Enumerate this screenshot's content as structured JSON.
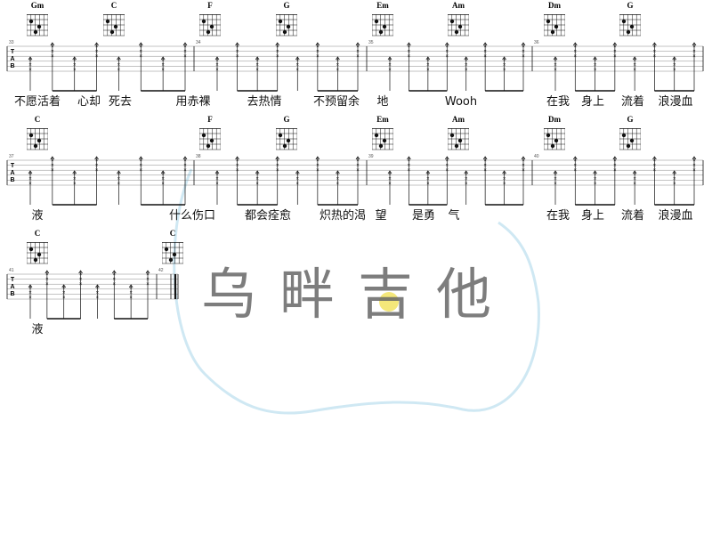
{
  "watermark": {
    "text": "乌畔吉他",
    "color": "#666666",
    "sun_color": "#f4e77a",
    "body_color": "#cfe8f3"
  },
  "rows": [
    {
      "chords": [
        "Gm",
        "C",
        "F",
        "G",
        "Em",
        "Am",
        "Dm",
        "G"
      ],
      "bars": [
        "33",
        "34",
        "35",
        "36"
      ],
      "lyrics": [
        "不愿活着",
        "心却",
        "死去",
        "用赤裸",
        "去热情",
        "不预留余",
        "地",
        "Wooh",
        "在我",
        "身上",
        "流着",
        "浪漫血"
      ]
    },
    {
      "chords": [
        "C",
        "F",
        "G",
        "Em",
        "Am",
        "Dm",
        "G"
      ],
      "bars": [
        "37",
        "38",
        "39",
        "40"
      ],
      "lyrics": [
        "液",
        "什么伤口",
        "都会痊愈",
        "炽热的渴",
        "望",
        "是勇",
        "气",
        "在我",
        "身上",
        "流着",
        "浪漫血"
      ]
    },
    {
      "chords": [
        "C",
        "C"
      ],
      "bars": [
        "41",
        "42"
      ],
      "lyrics": [
        "液"
      ]
    }
  ],
  "tab_label": "TAB"
}
